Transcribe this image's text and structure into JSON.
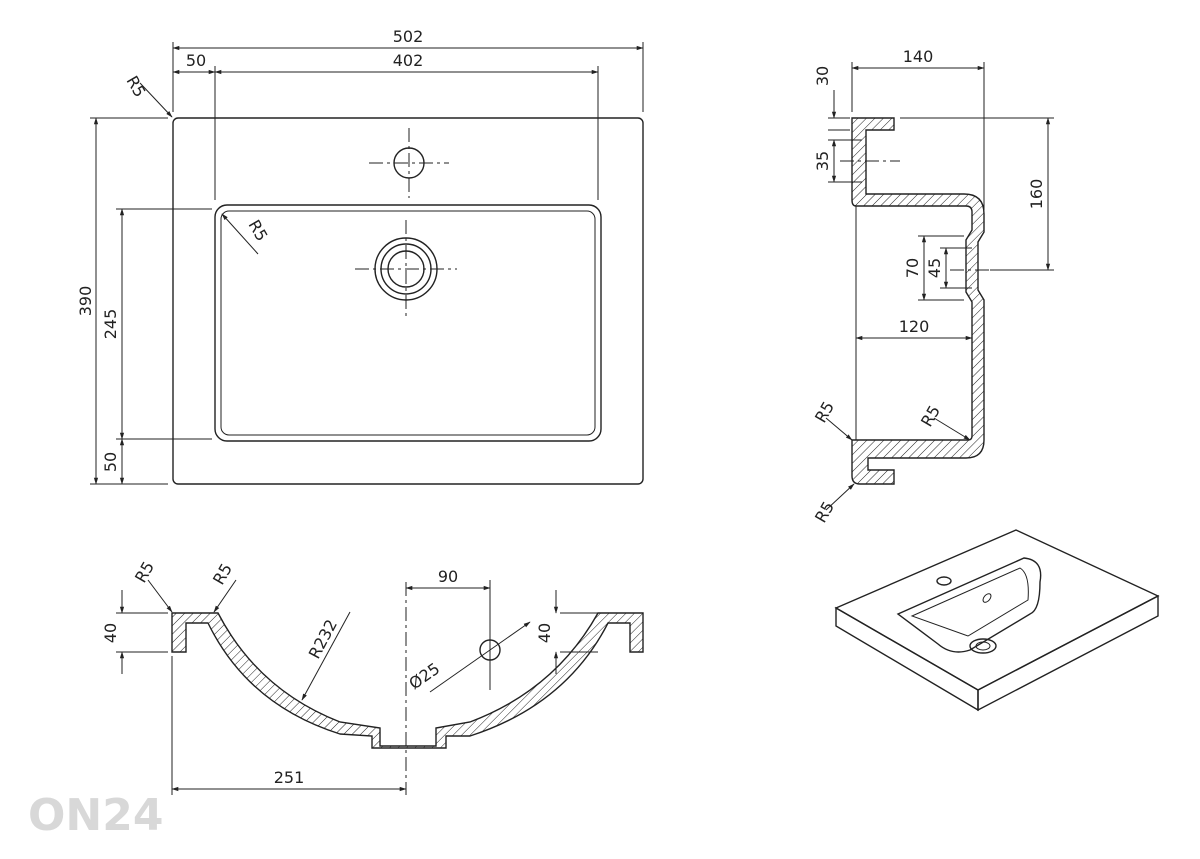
{
  "top_view": {
    "overall_width": "502",
    "rim_left": "50",
    "basin_width": "402",
    "corner_radius": "R5",
    "basin_radius": "R5",
    "overall_depth": "390",
    "basin_depth": "245",
    "front_rim": "50"
  },
  "side_section": {
    "overall_depth": "140",
    "rim_thickness": "30",
    "tap_hole": "35",
    "height": "160",
    "overflow_outer": "70",
    "overflow_inner": "45",
    "inner_depth": "120",
    "radius_left": "R5",
    "radius_right": "R5",
    "radius_bottom": "R5"
  },
  "front_section": {
    "radius_left": "R5",
    "radius_right": "R5",
    "offset_90": "90",
    "rim_left": "40",
    "rim_right": "40",
    "bowl_radius": "R232",
    "drain_diameter": "Ø25",
    "half_width": "251"
  },
  "watermark": "ON24"
}
